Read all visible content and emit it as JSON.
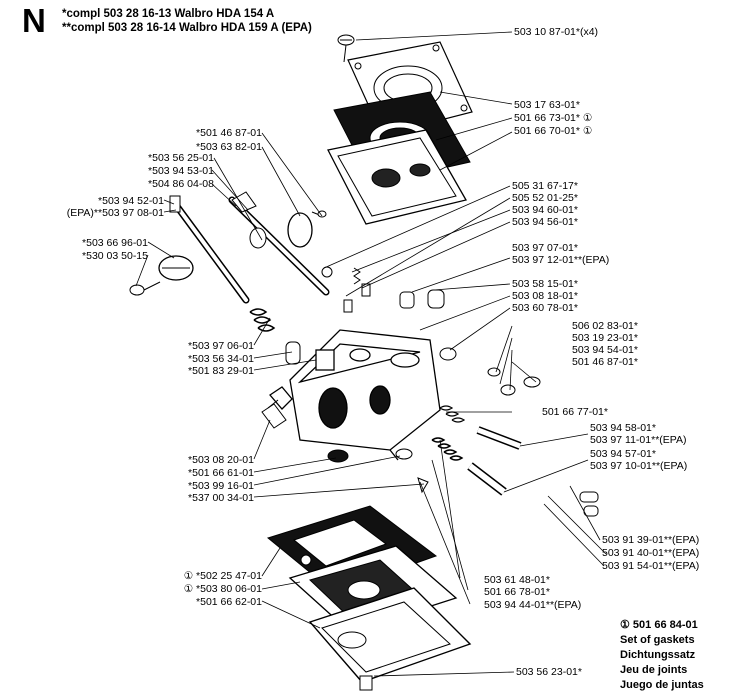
{
  "header": {
    "letter": "N",
    "line1": "*compl 503 28 16-13  Walbro HDA 154 A",
    "line2": "**compl 503 28 16-14  Walbro HDA 159 A (EPA)"
  },
  "labels_right": [
    "503 10 87-01*(x4)",
    "503 17 63-01*",
    "501 66 73-01* ①",
    "501 66 70-01* ①",
    "505 31 67-17*",
    "505 52 01-25*",
    "503 94 60-01*",
    "503 94 56-01*",
    "503 97 07-01*",
    "503 97 12-01**(EPA)",
    "503 58 15-01*",
    "503 08 18-01*",
    "503 60 78-01*",
    "506 02 83-01*",
    "503 19 23-01*",
    "503 94 54-01*",
    "501 46 87-01*",
    "501 66 77-01*",
    "503 94 58-01*",
    "503 97 11-01**(EPA)",
    "503 94 57-01*",
    "503 97 10-01**(EPA)",
    "503 91 39-01**(EPA)",
    "503 91 40-01**(EPA)",
    "503 91 54-01**(EPA)",
    "503 61 48-01*",
    "501 66 78-01*",
    "503 94 44-01**(EPA)",
    "503 56 23-01*"
  ],
  "labels_left": [
    "*501 46 87-01",
    "*503 63 82-01",
    "*503 56 25-01",
    "*503 94 53-01",
    "*504 86 04-08",
    "*503 94 52-01",
    "(EPA)**503 97 08-01",
    "*503 66 96-01",
    "*530 03 50-15",
    "*503 97 06-01",
    "*503 56 34-01",
    "*501 83 29-01",
    "*503 08 20-01",
    "*501 66 61-01",
    "*503 99 16-01",
    "*537 00 34-01",
    "① *502 25 47-01",
    "① *503 80 06-01",
    "*501 66 62-01"
  ],
  "gasket_kit": {
    "number": "① 501 66 84-01",
    "lines": [
      "Set of gaskets",
      "Dichtungssatz",
      "Jeu de joints",
      "Juego de juntas"
    ]
  }
}
